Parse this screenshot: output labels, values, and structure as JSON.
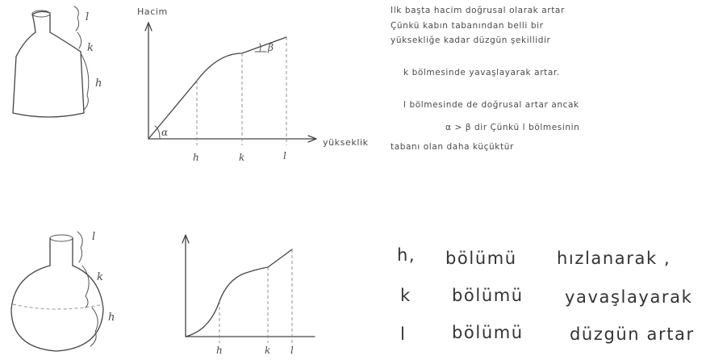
{
  "diagram1": {
    "flask_labels": {
      "l": "l",
      "k": "k",
      "h": "h"
    },
    "axis_y": "Hacim",
    "axis_x": "yükseklik",
    "ticks": [
      "h",
      "k",
      "l"
    ],
    "angle_alpha": "α",
    "angle_beta": "β"
  },
  "notes1": [
    "Ilk başta hacim doğrusal olarak artar",
    "Çünkü kabın tabanından belli bir",
    "yüksekliğe kadar düzgün şekillidir",
    "k   bölmesinde yavaşlayarak artar.",
    "l   bölmesinde de doğrusal artar ancak",
    "α > β  dir  Çünkü  l  bölmesinin",
    "tabanı olan daha küçüktür"
  ],
  "diagram2": {
    "flask_labels": {
      "l": "l",
      "k": "k",
      "h": "h"
    },
    "ticks": [
      "h",
      "k",
      "l"
    ]
  },
  "notes2": {
    "rows": [
      {
        "letter": "h,",
        "word": "bölümü",
        "desc": "hızlanarak ,"
      },
      {
        "letter": "k",
        "word": "bölümü",
        "desc": "yavaşlayarak"
      },
      {
        "letter": "l",
        "word": "bölümü",
        "desc": "düzgün artar"
      }
    ]
  }
}
